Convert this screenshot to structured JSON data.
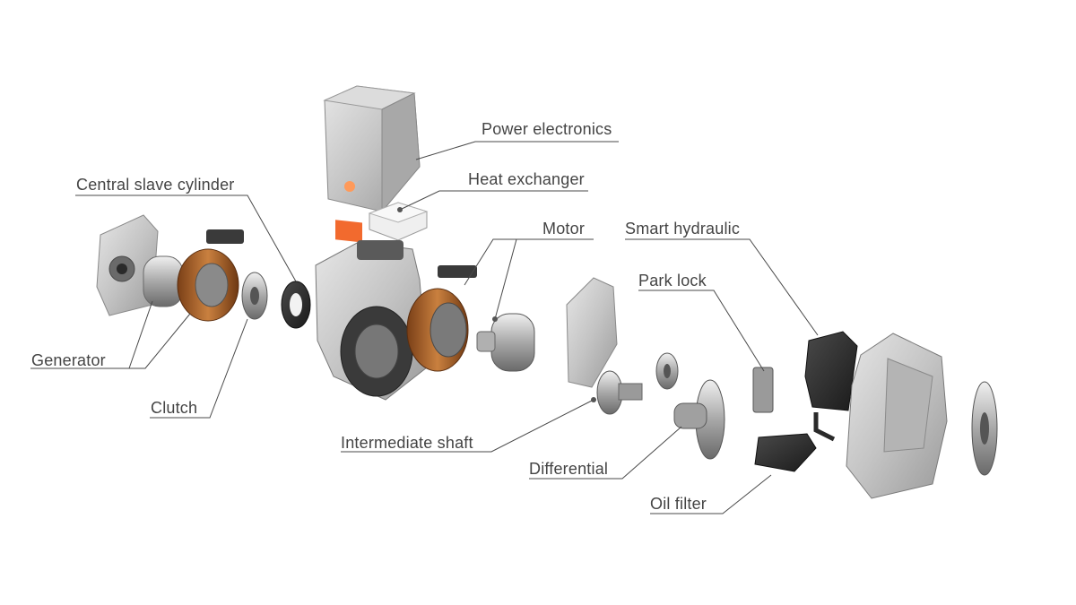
{
  "labels": {
    "power_electronics": "Power electronics",
    "heat_exchanger": "Heat exchanger",
    "central_slave_cylinder": "Central slave cylinder",
    "motor": "Motor",
    "smart_hydraulic": "Smart hydraulic",
    "park_lock": "Park lock",
    "generator": "Generator",
    "clutch": "Clutch",
    "intermediate_shaft": "Intermediate shaft",
    "differential": "Differential",
    "oil_filter": "Oil filter"
  },
  "colors": {
    "label_text": "#444444",
    "leader_line": "#4a4a4a",
    "housing": "#c8c8c8",
    "copper_winding": "#b86a2e",
    "connector_orange": "#f26a2e",
    "hydraulic_dark": "#2b2b2b"
  }
}
